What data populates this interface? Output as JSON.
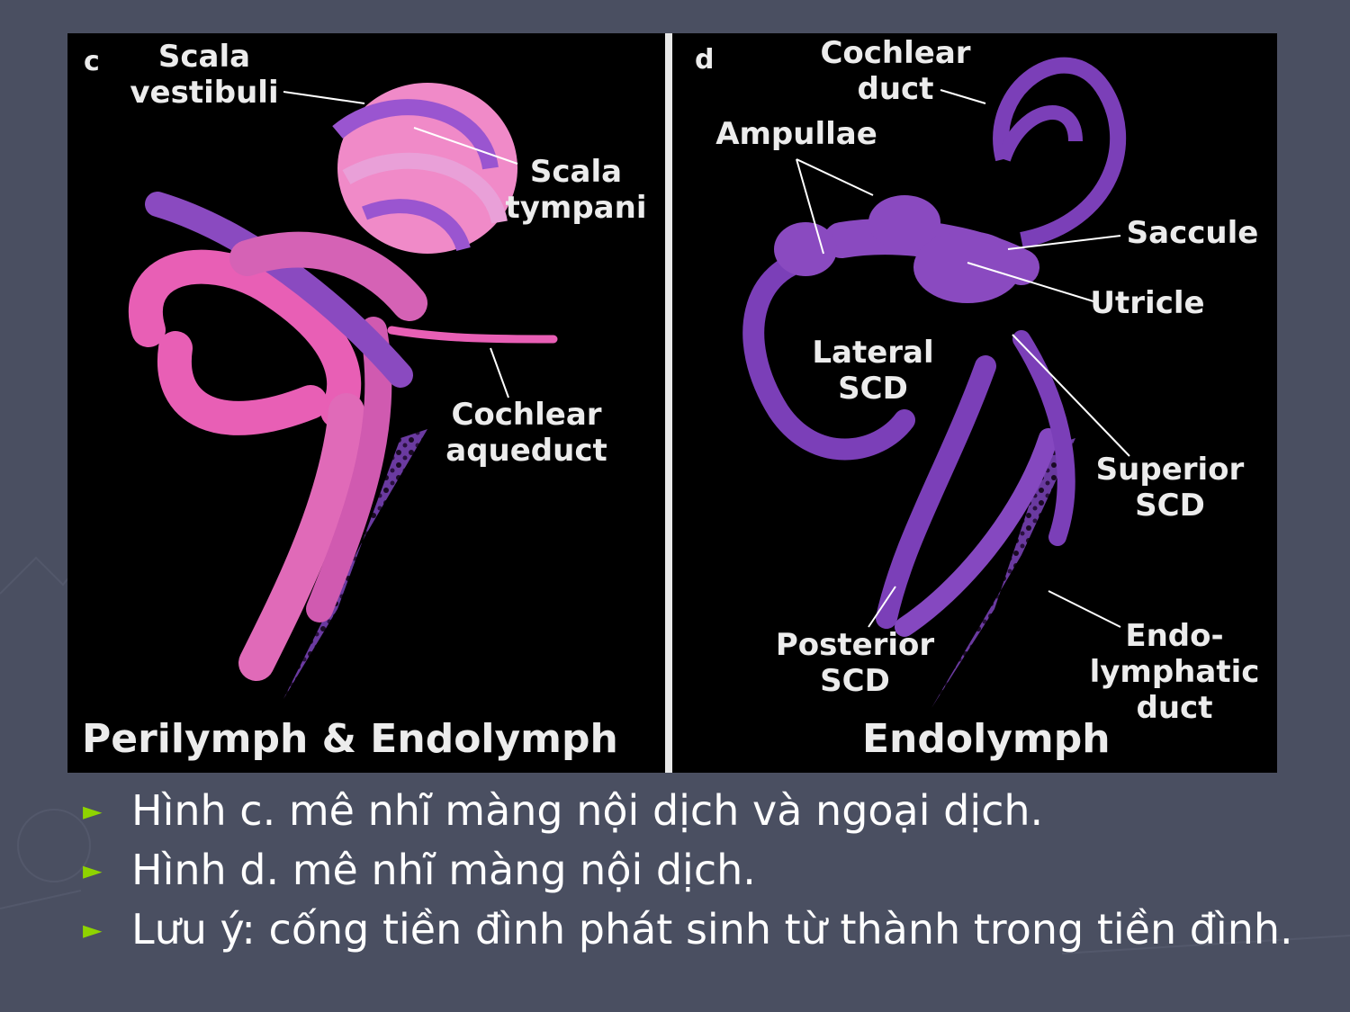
{
  "panel_c": {
    "letter": "c",
    "caption": "Perilymph & Endolymph",
    "labels": {
      "scala_vestibuli": [
        "Scala",
        "vestibuli"
      ],
      "scala_tympani": [
        "Scala",
        "tympani"
      ],
      "cochlear_aqueduct": [
        "Cochlear",
        "aqueduct"
      ]
    }
  },
  "panel_d": {
    "letter": "d",
    "caption": "Endolymph",
    "labels": {
      "cochlear_duct": [
        "Cochlear",
        "duct"
      ],
      "ampullae": "Ampullae",
      "saccule": "Saccule",
      "utricle": "Utricle",
      "lateral_scd": [
        "Lateral",
        "SCD"
      ],
      "superior_scd": [
        "Superior",
        "SCD"
      ],
      "posterior_scd": [
        "Posterior",
        "SCD"
      ],
      "endolymphatic_duct": [
        "Endo-",
        "lymphatic",
        "duct"
      ]
    }
  },
  "bullets": [
    "Hình c. mê nhĩ màng nội dịch và ngoại dịch.",
    "Hình d. mê nhĩ màng nội dịch.",
    "Lưu ý: cống tiền đình phát sinh từ thành trong tiền đình."
  ],
  "bullet_glyph": "►",
  "colors": {
    "background": "#4a4f61",
    "bullet_arrow": "#8fd400",
    "perilymph_pink": "#e85fb5",
    "endolymph_purple": "#7b3fb8"
  }
}
